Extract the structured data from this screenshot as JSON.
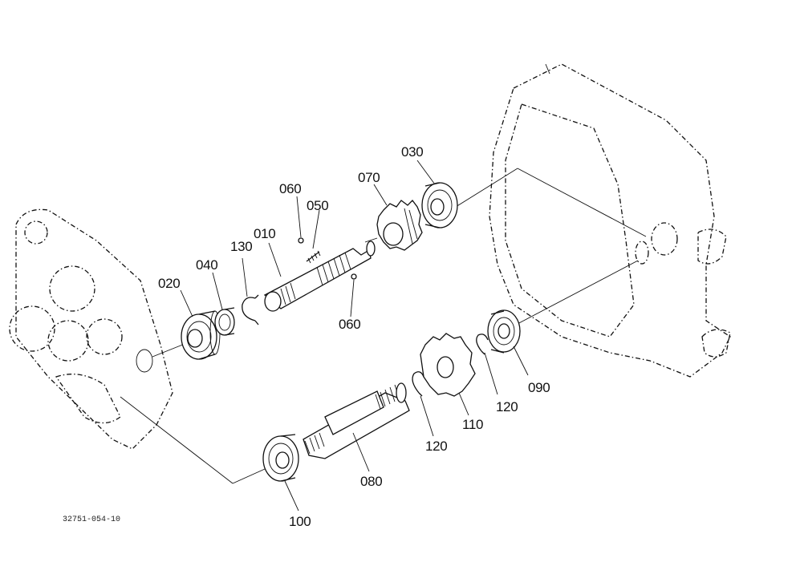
{
  "figure": {
    "drawing_code": "32751-054-10"
  },
  "callouts": {
    "c010": "010",
    "c020": "020",
    "c030": "030",
    "c040": "040",
    "c050": "050",
    "c060a": "060",
    "c060b": "060",
    "c070": "070",
    "c080": "080",
    "c090": "090",
    "c100": "100",
    "c110": "110",
    "c120a": "120",
    "c120b": "120",
    "c130": "130"
  }
}
